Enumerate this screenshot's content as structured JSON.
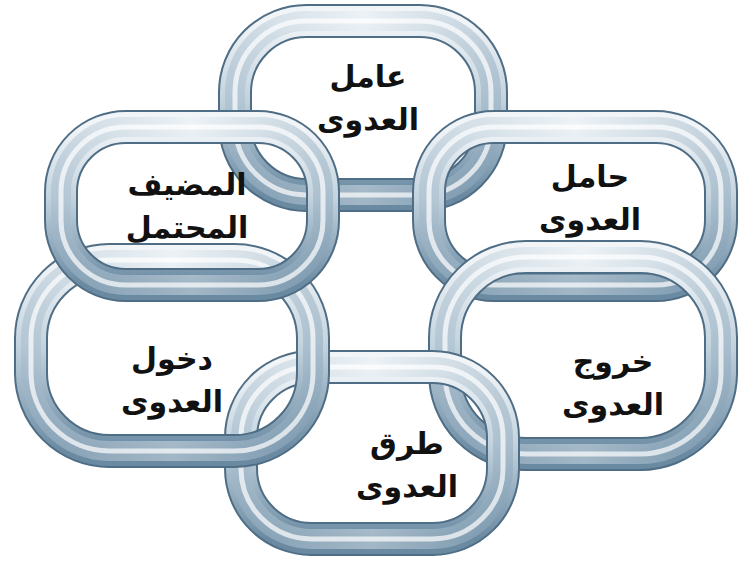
{
  "diagram": {
    "nodes": [
      {
        "text": [
          "عامل العدوى"
        ]
      },
      {
        "text": [
          "حامل العدوى"
        ]
      },
      {
        "text": [
          "خروج العدوى"
        ]
      },
      {
        "text": [
          "طرق العدوى"
        ]
      },
      {
        "text": [
          "دخول العدوى"
        ]
      },
      {
        "text": [
          "المضيف المحتمل"
        ]
      }
    ]
  }
}
